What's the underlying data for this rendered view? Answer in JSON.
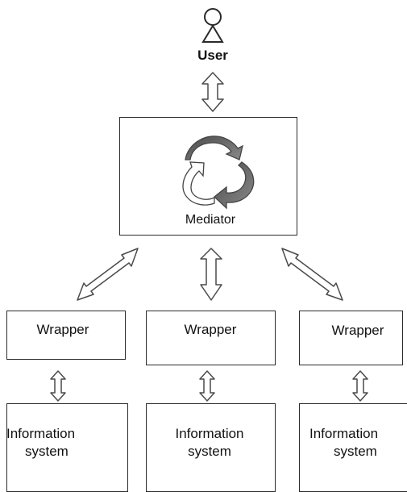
{
  "user": {
    "label": "User"
  },
  "mediator": {
    "label": "Mediator"
  },
  "wrappers": [
    {
      "label": "Wrapper"
    },
    {
      "label": "Wrapper"
    },
    {
      "label": "Wrapper"
    }
  ],
  "systems": [
    {
      "line1": "Information",
      "line2": "system"
    },
    {
      "line1": "Information",
      "line2": "system"
    },
    {
      "line1": "Information",
      "line2": "system"
    }
  ],
  "icons": {
    "user": "user-icon",
    "mediator": "cycle-icon"
  }
}
